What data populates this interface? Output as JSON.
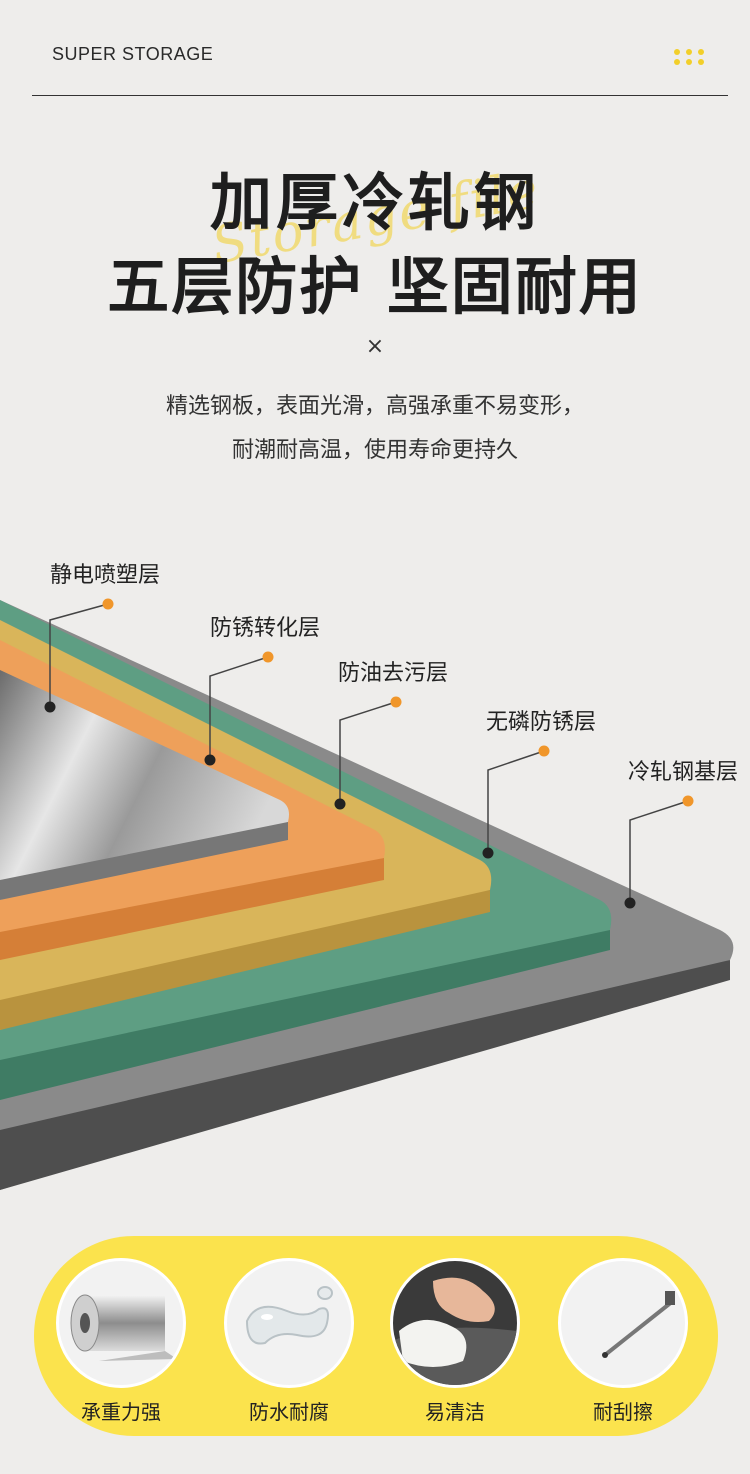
{
  "header": {
    "brand": "SUPER STORAGE",
    "menu_icon": "dots-grid-icon"
  },
  "hero": {
    "title_line1": "加厚冷轧钢",
    "title_line2": "五层防护 坚固耐用",
    "watermark": "Storage file",
    "close_symbol": "×",
    "desc_line1": "精选钢板，表面光滑，高强承重不易变形，",
    "desc_line2": "耐潮耐高温，使用寿命更持久"
  },
  "layers": [
    {
      "label": "静电喷塑层"
    },
    {
      "label": "防锈转化层"
    },
    {
      "label": "防油去污层"
    },
    {
      "label": "无磷防锈层"
    },
    {
      "label": "冷轧钢基层"
    }
  ],
  "features": [
    {
      "label": "承重力强",
      "icon": "steel-roll-icon"
    },
    {
      "label": "防水耐腐",
      "icon": "water-drop-icon"
    },
    {
      "label": "易清洁",
      "icon": "cleaning-cloth-icon"
    },
    {
      "label": "耐刮擦",
      "icon": "scratch-tool-icon"
    }
  ],
  "colors": {
    "accent_yellow": "#fbe34d",
    "dot_orange": "#f0962a",
    "layer_green": "#5e9e83",
    "layer_orange": "#eea05a",
    "layer_mustard": "#d9b55a",
    "layer_dark": "#5a5a5a"
  }
}
